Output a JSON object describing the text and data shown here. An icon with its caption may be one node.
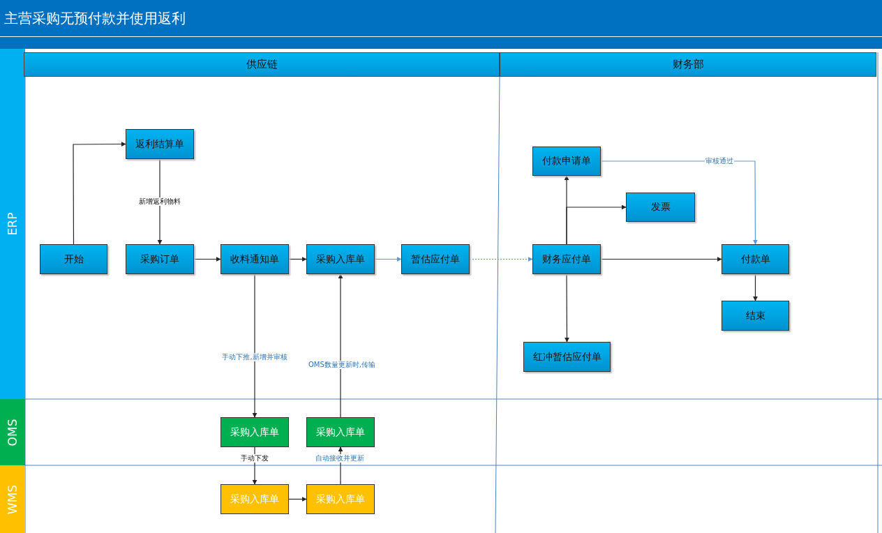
{
  "diagram": {
    "title": "主营采购无预付款并使用返利",
    "nodes": [
      {
        "text": [
          "ERP"
        ]
      },
      {
        "text": [
          "OMS"
        ]
      },
      {
        "text": [
          "WMS"
        ]
      },
      {
        "text": [
          "供应链"
        ]
      },
      {
        "text": [
          "财务部"
        ]
      },
      {
        "text": [
          "返利结算单"
        ]
      },
      {
        "text": [
          "开始"
        ]
      },
      {
        "text": [
          "采购订单"
        ]
      },
      {
        "text": [
          "收料通知单"
        ]
      },
      {
        "text": [
          "采购入库单"
        ]
      },
      {
        "text": [
          "暂估应付单"
        ]
      },
      {
        "text": [
          "付款申请单"
        ]
      },
      {
        "text": [
          "发票"
        ]
      },
      {
        "text": [
          "财务应付单"
        ]
      },
      {
        "text": [
          "付款单"
        ]
      },
      {
        "text": [
          "结束"
        ]
      },
      {
        "text": [
          "红冲暂估应付单"
        ]
      },
      {
        "text": [
          "采购入库单"
        ]
      },
      {
        "text": [
          "采购入库单"
        ]
      },
      {
        "text": [
          "采购入库单"
        ]
      },
      {
        "text": [
          "采购入库单"
        ]
      }
    ],
    "edges": [
      {
        "from": 6,
        "to": 5,
        "arrow": "to"
      },
      {
        "from": 5,
        "to": 7,
        "arrow": "to",
        "label": "新增返利物料"
      },
      {
        "from": 7,
        "to": 8,
        "arrow": "to"
      },
      {
        "from": 8,
        "to": 9,
        "arrow": "to"
      },
      {
        "from": 9,
        "to": 10,
        "arrow": "to",
        "color": "#5b9bd5"
      },
      {
        "from": 10,
        "to": 13,
        "arrow": "to",
        "style": "dashed",
        "color": "#5b9bd5"
      },
      {
        "from": 13,
        "to": 11,
        "arrow": "to"
      },
      {
        "from": 13,
        "to": 12,
        "arrow": "to"
      },
      {
        "from": 13,
        "to": 16,
        "arrow": "to"
      },
      {
        "from": 13,
        "to": 14,
        "arrow": "to"
      },
      {
        "from": 11,
        "to": 14,
        "arrow": "to",
        "label": "审核通过",
        "color": "#5b9bd5"
      },
      {
        "from": 14,
        "to": 15,
        "arrow": "to"
      },
      {
        "from": 8,
        "to": 17,
        "arrow": "to",
        "label": "手动下推,新增并审核"
      },
      {
        "from": 17,
        "to": 19,
        "arrow": "to",
        "label": "手动下发"
      },
      {
        "from": 19,
        "to": 20,
        "arrow": "to"
      },
      {
        "from": 20,
        "to": 18,
        "arrow": "to",
        "label": "自动接收并更新"
      },
      {
        "from": 18,
        "to": 9,
        "arrow": "to",
        "label": "OMS数量更新时,传输"
      }
    ]
  }
}
